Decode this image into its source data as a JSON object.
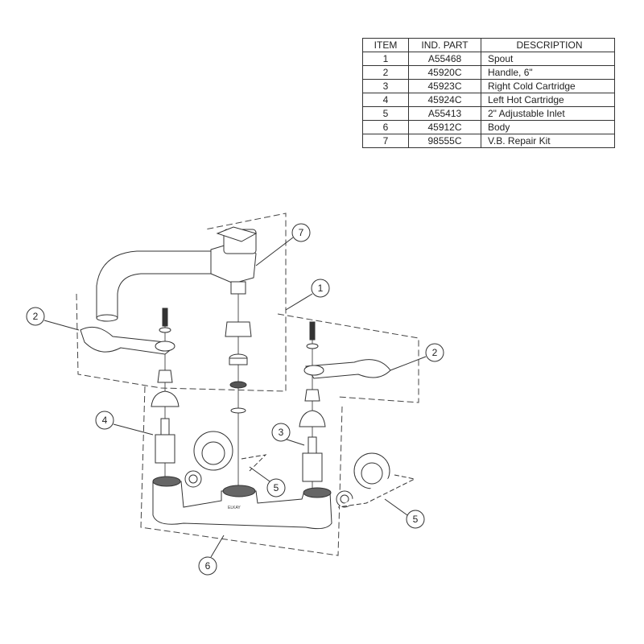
{
  "parts_table": {
    "headers": [
      "ITEM",
      "IND. PART",
      "DESCRIPTION"
    ],
    "rows": [
      {
        "item": "1",
        "part": "A55468",
        "description": "Spout"
      },
      {
        "item": "2",
        "part": "45920C",
        "description": "Handle, 6\""
      },
      {
        "item": "3",
        "part": "45923C",
        "description": "Right Cold Cartridge"
      },
      {
        "item": "4",
        "part": "45924C",
        "description": "Left Hot Cartridge"
      },
      {
        "item": "5",
        "part": "A55413",
        "description": "2\" Adjustable Inlet"
      },
      {
        "item": "6",
        "part": "45912C",
        "description": "Body"
      },
      {
        "item": "7",
        "part": "98555C",
        "description": "V.B. Repair Kit"
      }
    ]
  },
  "callouts": [
    "7",
    "1",
    "2",
    "2",
    "4",
    "3",
    "5",
    "5",
    "6"
  ],
  "body_marking": "ELKAY"
}
